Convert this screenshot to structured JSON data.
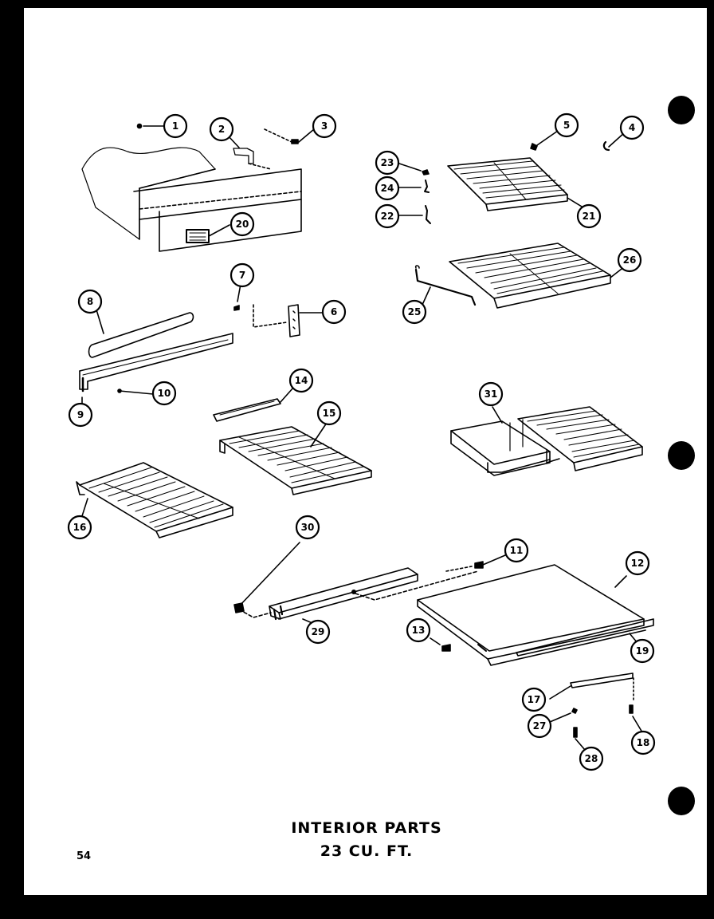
{
  "title": {
    "line1": "INTERIOR PARTS",
    "line2": "23 CU. FT."
  },
  "page_number": "54",
  "callouts": {
    "c1": "1",
    "c2": "2",
    "c3": "3",
    "c4": "4",
    "c5": "5",
    "c6": "6",
    "c7": "7",
    "c8": "8",
    "c9": "9",
    "c10": "10",
    "c11": "11",
    "c12": "12",
    "c13": "13",
    "c14": "14",
    "c15": "15",
    "c16": "16",
    "c17": "17",
    "c18": "18",
    "c19": "19",
    "c20": "20",
    "c21": "21",
    "c22": "22",
    "c23": "23",
    "c24": "24",
    "c25": "25",
    "c26": "26",
    "c27": "27",
    "c28": "28",
    "c29": "29",
    "c30": "30",
    "c31": "31"
  },
  "colors": {
    "ink": "#000000",
    "paper": "#ffffff",
    "border": "#000000"
  }
}
